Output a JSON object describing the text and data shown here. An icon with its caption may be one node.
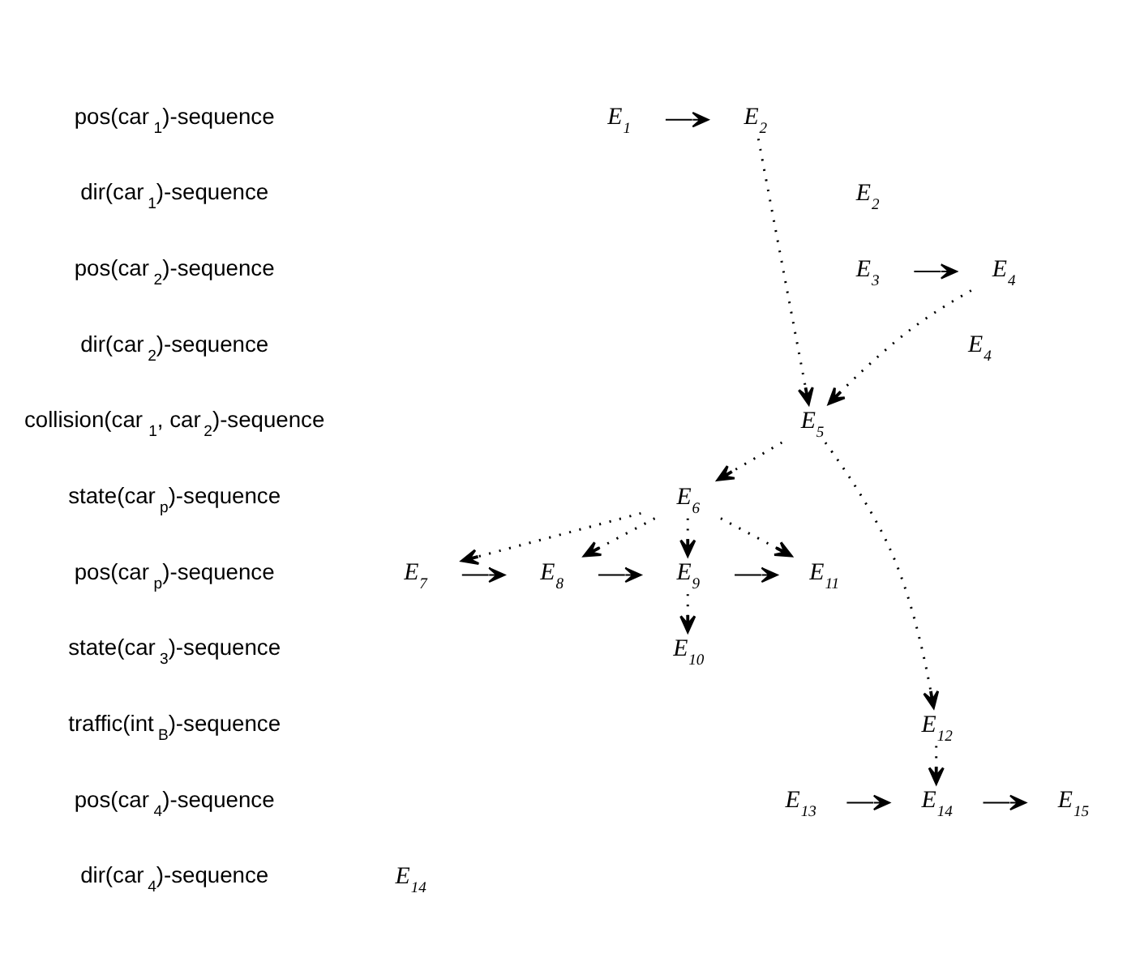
{
  "diagram": {
    "nodes": [
      {
        "text": [
          "E$_{1}$"
        ]
      },
      {
        "text": [
          "E$_{2}$"
        ]
      },
      {
        "text": [
          "E$_{2}$"
        ]
      },
      {
        "text": [
          "E$_{3}$"
        ]
      },
      {
        "text": [
          "E$_{4}$"
        ]
      },
      {
        "text": [
          "E$_{4}$"
        ]
      },
      {
        "text": [
          "E$_{5}$"
        ]
      },
      {
        "text": [
          "E$_{6}$"
        ]
      },
      {
        "text": [
          "E$_{7}$"
        ]
      },
      {
        "text": [
          "E$_{8}$"
        ]
      },
      {
        "text": [
          "E$_{9}$"
        ]
      },
      {
        "text": [
          "E$_{11}$"
        ]
      },
      {
        "text": [
          "E$_{10}$"
        ]
      },
      {
        "text": [
          "E$_{12}$"
        ]
      },
      {
        "text": [
          "E$_{13}$"
        ]
      },
      {
        "text": [
          "E$_{14}$"
        ]
      },
      {
        "text": [
          "E$_{15}$"
        ]
      },
      {
        "text": [
          "E$_{14}$"
        ]
      }
    ],
    "edges": [
      {
        "from": 0,
        "to": 1,
        "arrow": "to"
      },
      {
        "from": 1,
        "to": 6,
        "arrow": "to",
        "style": "dashed"
      },
      {
        "from": 3,
        "to": 4,
        "arrow": "to"
      },
      {
        "from": 4,
        "to": 6,
        "arrow": "to",
        "style": "dashed"
      },
      {
        "from": 6,
        "to": 7,
        "arrow": "to",
        "style": "dashed"
      },
      {
        "from": 6,
        "to": 13,
        "arrow": "to",
        "style": "dashed"
      },
      {
        "from": 7,
        "to": 8,
        "arrow": "to",
        "style": "dashed"
      },
      {
        "from": 7,
        "to": 9,
        "arrow": "to",
        "style": "dashed"
      },
      {
        "from": 7,
        "to": 10,
        "arrow": "to",
        "style": "dashed"
      },
      {
        "from": 7,
        "to": 11,
        "arrow": "to",
        "style": "dashed"
      },
      {
        "from": 8,
        "to": 9,
        "arrow": "to"
      },
      {
        "from": 9,
        "to": 10,
        "arrow": "to"
      },
      {
        "from": 10,
        "to": 11,
        "arrow": "to"
      },
      {
        "from": 10,
        "to": 12,
        "arrow": "to",
        "style": "dashed"
      },
      {
        "from": 13,
        "to": 15,
        "arrow": "to",
        "style": "dashed"
      },
      {
        "from": 14,
        "to": 15,
        "arrow": "to"
      },
      {
        "from": 15,
        "to": 16,
        "arrow": "to"
      }
    ],
    "labels": [
      "pos(car$_{1}$)-sequence",
      "dir(car$_{1}$)-sequence",
      "pos(car$_{2}$)-sequence",
      "dir(car$_{2}$)-sequence",
      "collision(car$_{1}$, car$_{2}$)-sequence",
      "state(car$_{p}$)-sequence",
      "pos(car$_{p}$)-sequence",
      "state(car$_{3}$)-sequence",
      "traffic(int$_{B}$)-sequence",
      "pos(car$_{4}$)-sequence",
      "dir(car$_{4}$)-sequence"
    ]
  }
}
